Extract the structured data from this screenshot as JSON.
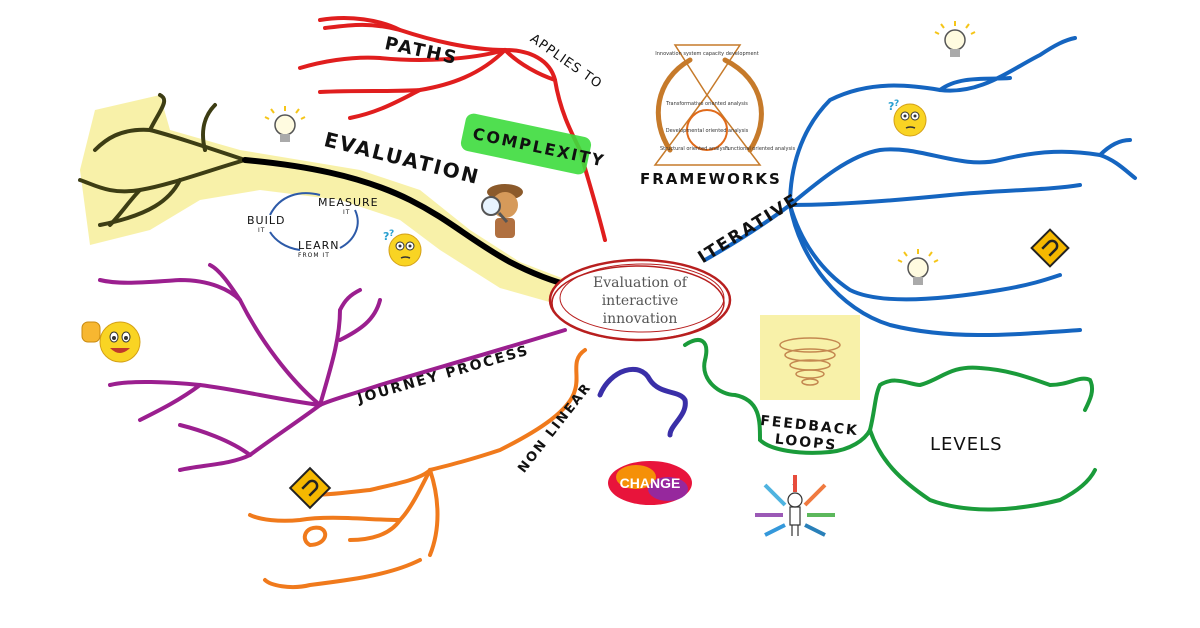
{
  "central_topic": {
    "line1": "Evaluation of",
    "line2": "interactive",
    "line3": "innovation"
  },
  "branches": {
    "evaluation": "EVALUATION",
    "paths": "PATHS",
    "applies_to": "APPLIES TO",
    "complexity": "COMPLEXITY",
    "frameworks": "FRAMEWORKS",
    "iterative": "ITERATIVE",
    "journey_process": "JOURNEY PROCESS",
    "non_linear": "NON LINEAR",
    "feedback_loops_1": "FEEDBACK",
    "feedback_loops_2": "LOOPS",
    "levels": "LEVELS"
  },
  "build_measure_learn": {
    "build": "BUILD",
    "build_sub": "IT",
    "measure": "MEASURE",
    "measure_sub": "IT",
    "learn": "LEARN",
    "learn_sub": "FROM IT"
  },
  "frameworks_diagram": {
    "top": "Innovation system capacity development",
    "middle": "Transformative oriented analysis",
    "inner": "Developmental oriented analysis",
    "left": "Structural oriented analysis",
    "right": "Functional oriented analysis"
  },
  "change_badge": "CHANGE",
  "colors": {
    "evaluation": "#000000",
    "evaluation_highlight": "#f7f0a0",
    "paths": "#e01e1e",
    "iterative": "#1565c0",
    "journey": "#9b1f8f",
    "nonlinear": "#f07a1c",
    "feedback": "#1a9b3a",
    "olive": "#3d3d14",
    "complexity_bg": "#3ddc3d"
  },
  "icons": [
    "lightbulb-icon",
    "thinking-emoji-icon",
    "thumbs-up-emoji-icon",
    "u-turn-sign-icon",
    "detective-icon",
    "spiral-icon",
    "decision-arrows-icon"
  ]
}
